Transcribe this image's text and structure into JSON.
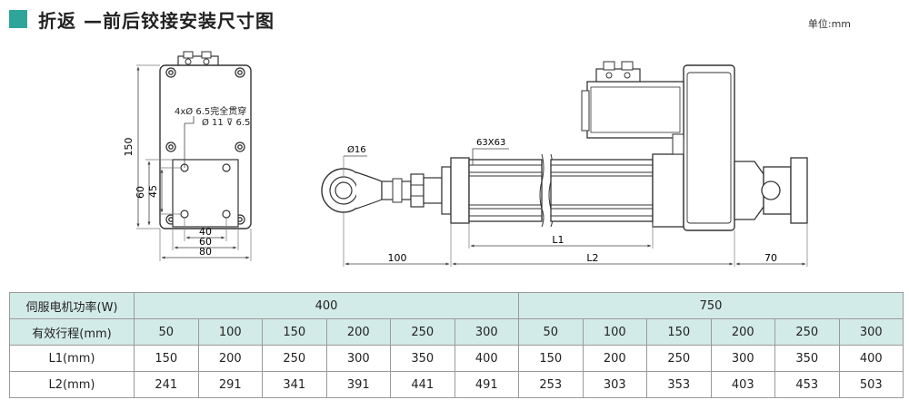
{
  "header": {
    "title": "折返 —前后铰接安装尺寸图",
    "unit": "单位:mm"
  },
  "drawing": {
    "front_view": {
      "hole_note_line1": "4xØ 6.5完全贯穿",
      "hole_note_line2": "Ø 11 ⊽ 6.5",
      "dim_150": "150",
      "dim_60_v": "60",
      "dim_45": "45",
      "dim_40": "40",
      "dim_60_h": "60",
      "dim_80": "80"
    },
    "side_view": {
      "dim_phi16": "Ø16",
      "dim_63x63": "63X63",
      "dim_L1": "L1",
      "dim_100": "100",
      "dim_L2": "L2",
      "dim_70": "70"
    }
  },
  "table": {
    "servo_label": "伺服电机功率(W)",
    "power_groups": [
      "400",
      "750"
    ],
    "stroke_label": "有效行程(mm)",
    "strokes": [
      "50",
      "100",
      "150",
      "200",
      "250",
      "300",
      "50",
      "100",
      "150",
      "200",
      "250",
      "300"
    ],
    "l1_label": "L1(mm)",
    "l1": [
      "150",
      "200",
      "250",
      "300",
      "350",
      "400",
      "150",
      "200",
      "250",
      "300",
      "350",
      "400"
    ],
    "l2_label": "L2(mm)",
    "l2": [
      "241",
      "291",
      "341",
      "391",
      "441",
      "491",
      "253",
      "303",
      "353",
      "403",
      "453",
      "503"
    ]
  },
  "colors": {
    "accent": "#2fa59a",
    "table_header": "#d3ebe8"
  }
}
